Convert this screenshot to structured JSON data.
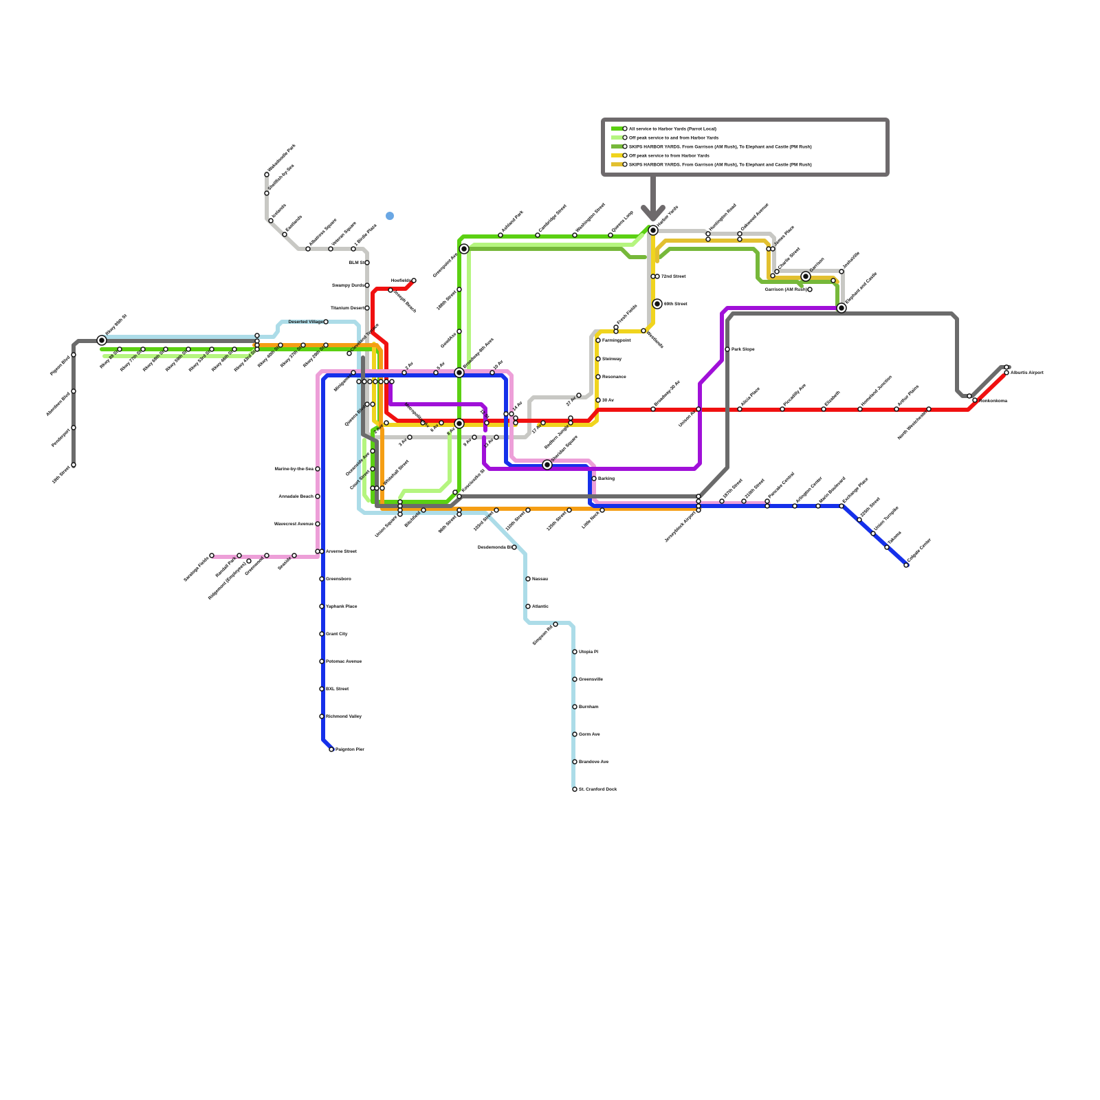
{
  "colors": {
    "green": "#5bd012",
    "light_green": "#b5f57f",
    "olive_green": "#76b83a",
    "yellow": "#f0d41e",
    "gold": "#e2c030",
    "gray": "#6b6b6b",
    "light_gray": "#c8c8c4",
    "light_blue": "#acdce8",
    "orange": "#f59e14",
    "red": "#f01010",
    "pink": "#ed9fd8",
    "blue": "#1530ea",
    "purple": "#a010d8",
    "legend_border": "#6e6a6c",
    "dot": "#6aa7e4"
  },
  "legend": {
    "items": [
      {
        "label": "All service to Harbor Yards (Parrot Local)",
        "color": "#5bd012"
      },
      {
        "label": "Off peak service to and from Harbor Yards",
        "color": "#b5f57f"
      },
      {
        "label": "SKIPS HARBOR YARDS. From Garrison (AM Rush), To Elephant and Castle (PM Rush)",
        "color": "#76b83a"
      },
      {
        "label": "Off peak service to from Harbor Yards",
        "color": "#f0d41e"
      },
      {
        "label": "SKIPS HARBOR YARDS. From Garrison (AM Rush), To Elephant and Castle (PM Rush)",
        "color": "#e2c030"
      }
    ]
  },
  "stations": {
    "pigeon_blvd": "Pigeon Blvd",
    "aberdeen_blvd": "Aberdeen Blvd",
    "penderport": "Penderport",
    "19th_street": "19th Street",
    "rkwy_95th": "Rkwy 95th St",
    "rkwy_88": "Rkwy 88 St",
    "rkwy_77": "Rkwy 77th St",
    "rkwy_68": "Rkwy 68th St",
    "rkwy_59": "Rkwy 59th St",
    "rkwy_53": "Rkwy 53rd St",
    "rkwy_46": "Rkwy 46th St",
    "rkwy_43": "Rkwy 43rd St",
    "rkwy_40": "Rkwy 40th St",
    "rkwy_37": "Rkwy 37th St",
    "rkwy_29": "Rkwy 29th St",
    "deserted_village": "Deserted Village",
    "cleveland_terrace": "Cleveland Terrace",
    "wakadoodle_park": "Wakadoodle Park",
    "shellfish": "Shellfish-by-Sea",
    "icelands": "Icelands",
    "eastlands": "Eastlands",
    "albatross_square": "Albatross Square",
    "veteran_square": "Veteran Square",
    "birdie_plaza": "1 Birdie Plaza",
    "blm_st": "BLM St",
    "swampy_durds": "Swampy Durds",
    "titanium_desert": "Titanium Desert",
    "hoefields": "Hoefields",
    "joseph_beach": "Joseph Beach",
    "minigames": "Minigames",
    "queens_blvd": "Queens Blvd",
    "2_av": "2 Av",
    "5_av": "5 Av",
    "10_av": "10 Av",
    "broadway_8th": "Broadway-8th Aves",
    "goodass": "GoodAss",
    "188th_street": "188th Street",
    "greenpoint_ave": "Greenpoint Ave",
    "ashland_park": "Ashland Park",
    "cambridge_street": "Cambridge Street",
    "washington_street": "Washington Street",
    "queens_loop": "Queens Loop",
    "harbor_yards": "Harbor Yards",
    "72nd_street": "72nd Street",
    "69th_street": "69th Street",
    "westlands": "Westlands",
    "fresh_fields": "Fresh Fields",
    "farmingpoint": "Farmingpoint",
    "steinway": "Steinway",
    "resonance": "Resonance",
    "30_av": "30 Av",
    "27_av": "27 Av",
    "huntington_road": "Huntington Road",
    "oakwood_avenue": "Oakwood Avenue",
    "james_place": "James Place",
    "charlie_street": "Charlie Street",
    "garrison": "Garrison",
    "garrison_am": "Garrison (AM Rush)",
    "joshaville": "JoshaVille",
    "elephant_castle": "Elephant and Castle",
    "park_slope": "Park Slope",
    "broadway_30": "Broadway-30 Av",
    "unison_av": "Unison Av",
    "alicia_place": "Alicia Place",
    "piccadilly_ave": "Piccadilly Ave",
    "elizabeth": "Elizabeth",
    "homeland_junction": "Homeland Junction",
    "arthur_plains": "Arthur Plains",
    "north_westchester": "North Westchester",
    "ronkonkoma": "Ronkonkoma",
    "alburtis_airport": "Alburtis Airport",
    "metropolitan": "Metropolitan Av",
    "6_av": "6 Av",
    "8_av": "8 Av",
    "14_av": "14 Av",
    "17_av": "17 Av",
    "12_st": "12 St",
    "3_av": "3 Av",
    "9_av": "9 Av",
    "13_av": "13 Av",
    "2_ave": "2 Ave",
    "redfern_jungle": "Redfern Jungle",
    "sheridan_square": "Sheridan Square",
    "barking": "Barking",
    "oceanside": "Oceanside Ave",
    "court_street": "Court Street",
    "whitehall": "Whitehall Street",
    "kosciuszko": "Kosciuszko St",
    "union_square": "Union Square",
    "bitchfield": "Bitchfield",
    "96th_street": "96th Street",
    "103rd_street": "103rd Street",
    "110th_street": "110th Street",
    "125th_street": "125th Street",
    "little_neck": "Little Neck",
    "jerseyblock": "Jerseyblock Airport",
    "187th_street": "187th Street",
    "210th_street": "210th Street",
    "pancake_central": "Pancake Central",
    "arlington_center": "Arlington Center",
    "marin_boulevard": "Marin Boulevard",
    "exchange_place": "Exchange Place",
    "225th_street": "225th Street",
    "union_turnpike": "Union Turnpike",
    "takoma": "Takoma",
    "colgate_center": "Colgate Center",
    "desdemonda": "Desdemonda Bl",
    "nassau": "Nassau",
    "atlantic": "Atlantic",
    "simpson_rd": "Simpson Rd",
    "utopia_pl": "Utopia Pl",
    "greensville": "Greensville",
    "burnham": "Burnham",
    "gorm_ave": "Gorm Ave",
    "brandove_ave": "Brandove Ave",
    "st_cranford": "St. Cranford Dock",
    "marine_by_sea": "Marine-by-the-Sea",
    "annadale_beach": "Annadale Beach",
    "wavecrest": "Wavecrest Avenue",
    "arverne": "Arverne Street",
    "greensboro": "Greensboro",
    "yaphank": "Yaphank Place",
    "grant_city": "Grant City",
    "potomac": "Potomac Avenue",
    "bxl_street": "BXL Street",
    "richmond_valley": "Richmond Valley",
    "paignton_pier": "Paignton Pier",
    "saratoga_fields": "Saratoga Fields",
    "randall_park": "Randall Park",
    "ridgemont": "Ridgemont (Employees)",
    "greenwood": "Greenwood",
    "seaside": "Seaside"
  }
}
